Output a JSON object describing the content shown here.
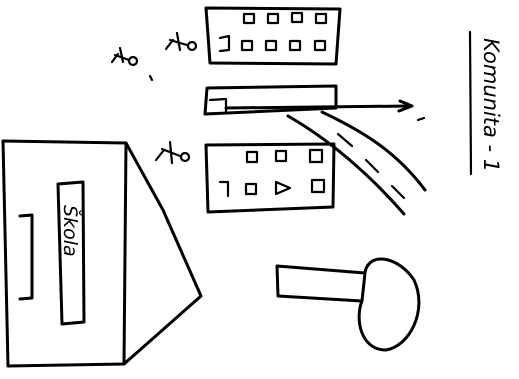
{
  "sketch": {
    "title": "Komunita - 1",
    "building_label": "Škola",
    "ink_color": "#000000",
    "paper_color": "#ffffff",
    "people_count": 3
  }
}
